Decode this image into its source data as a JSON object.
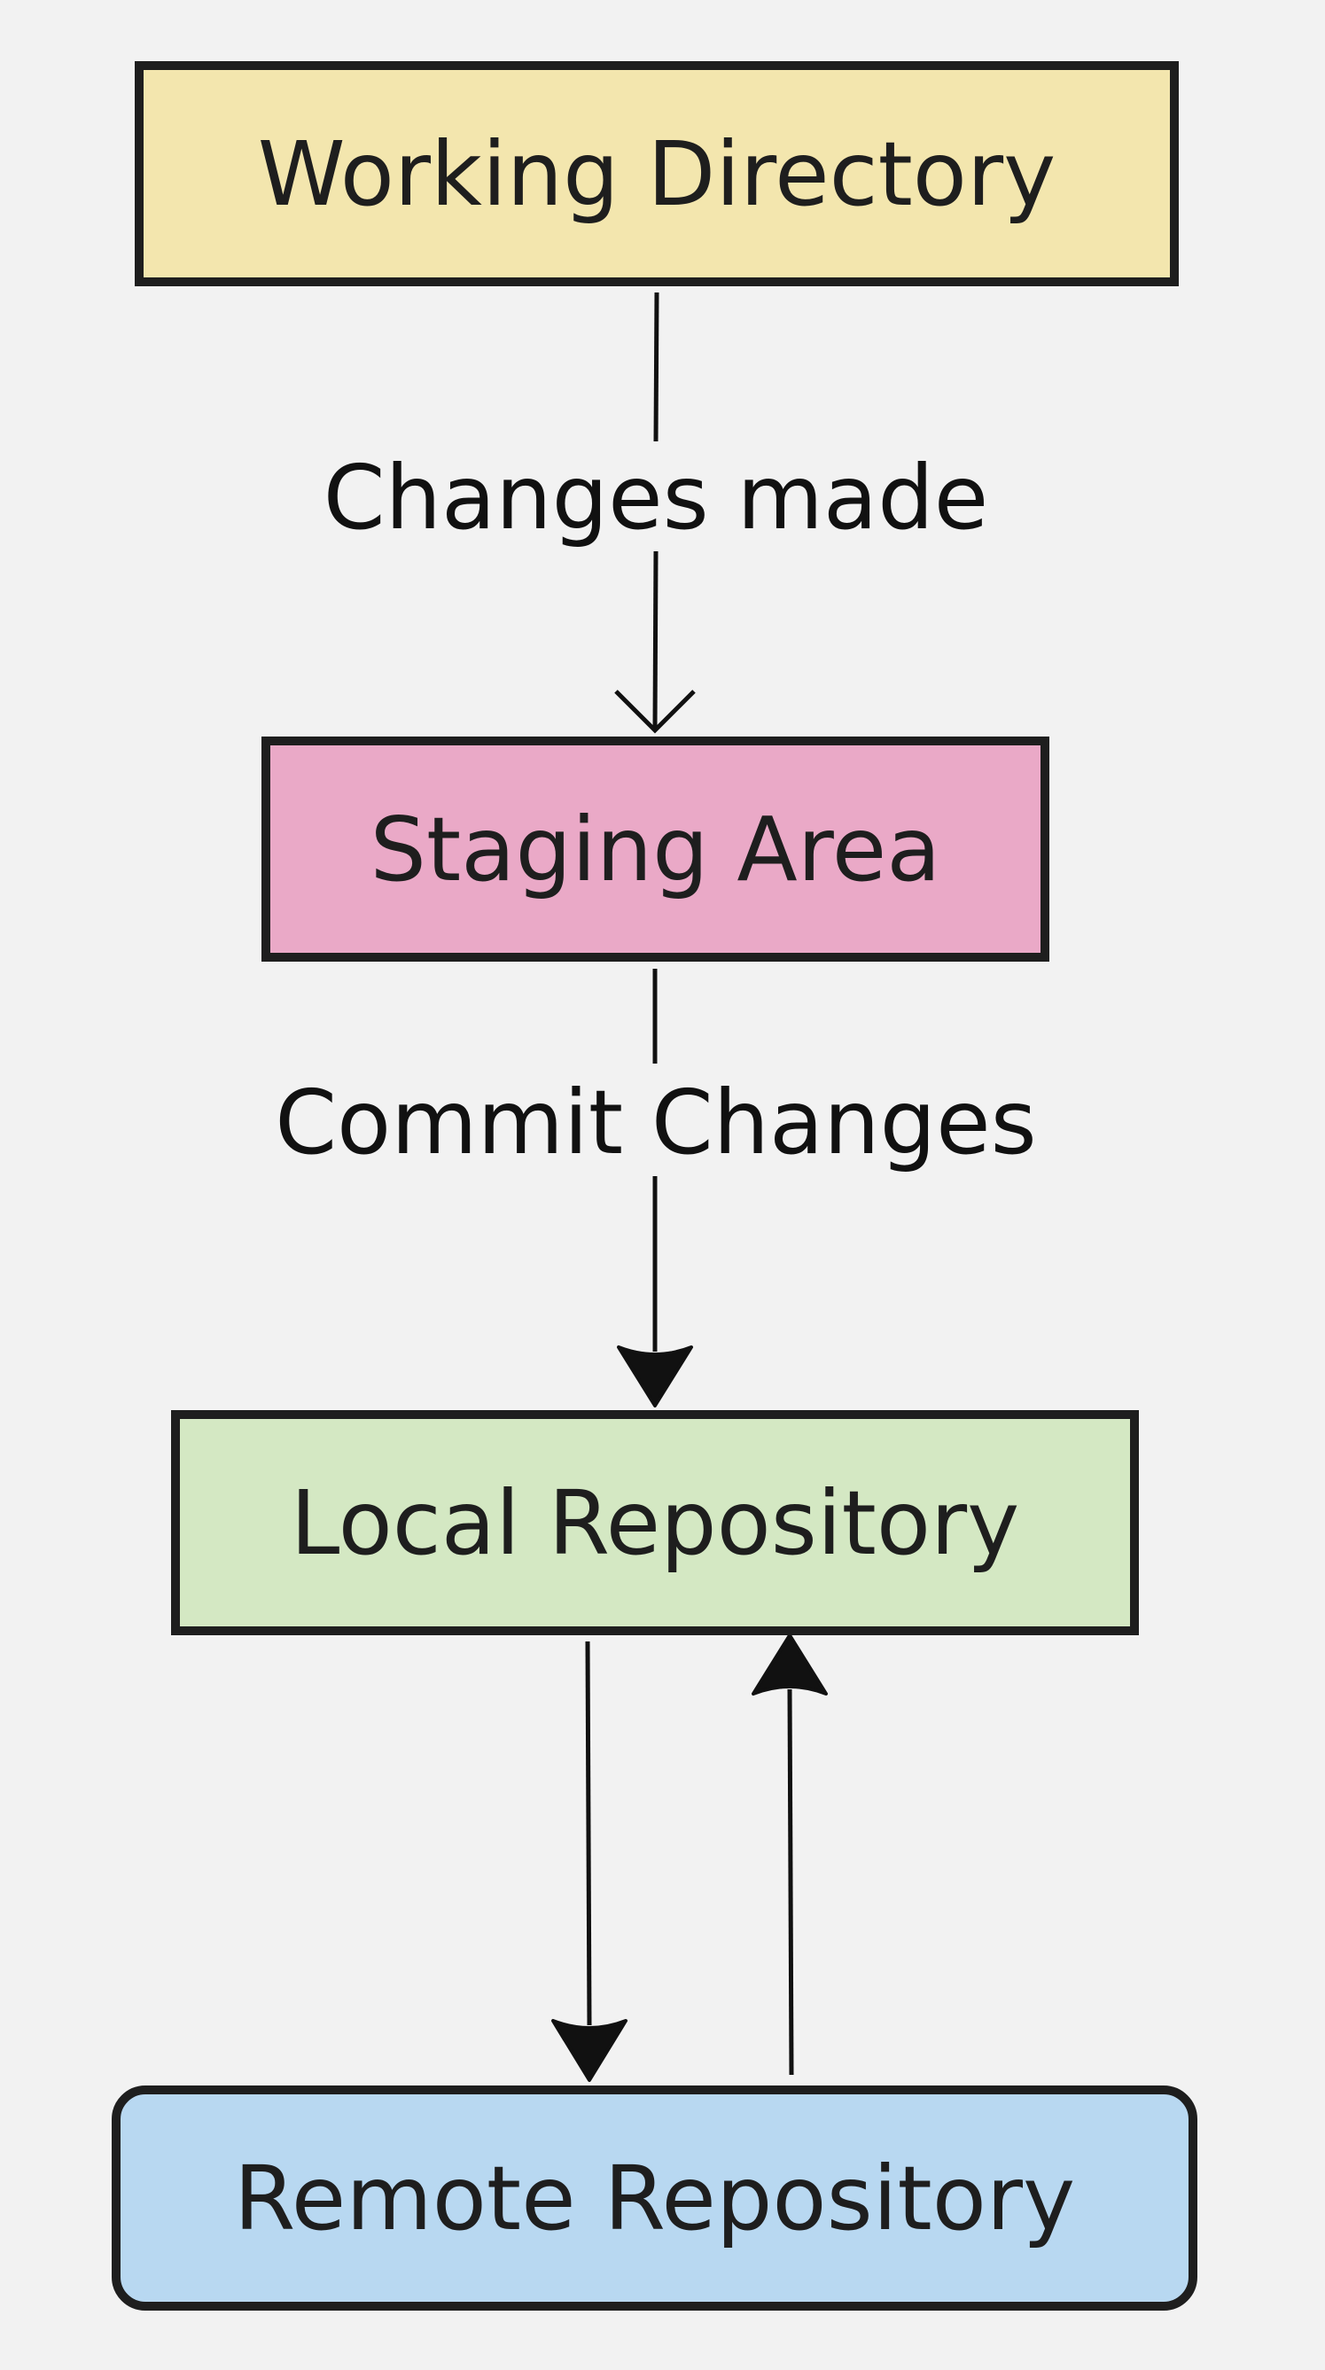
{
  "diagram": {
    "nodes": {
      "working_directory": "Working Directory",
      "staging_area": "Staging Area",
      "local_repository": "Local Repository",
      "remote_repository": "Remote Repository"
    },
    "edges": {
      "working_to_staging": "Changes made",
      "staging_to_local": "Commit Changes"
    },
    "colors": {
      "background": "#f2f2f2",
      "working_directory": "#f3e6ae",
      "staging_area": "#eaa9c7",
      "local_repository": "#d4e8c3",
      "remote_repository": "#b8d8f1",
      "stroke": "#1e1e1e"
    }
  }
}
